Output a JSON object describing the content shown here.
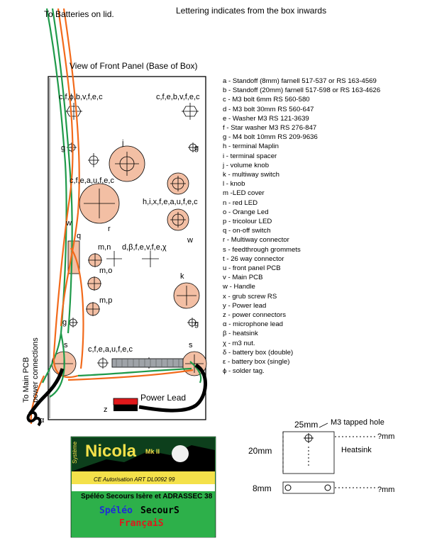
{
  "header": {
    "batteries_note": "To Batteries on lid.",
    "lettering_note": "Lettering indicates from the box inwards",
    "view_title": "View of Front Panel (Base of Box)"
  },
  "panel_labels": {
    "top_left": "c,f,ϕ,b,v,f,e,c",
    "top_right": "c,f,e,b,v,f,e,c",
    "g_tl": "g",
    "g_tr": "g",
    "g_bl": "g",
    "g_br": "g",
    "j": "j",
    "knob_label": "c,f,e,a,u,f,e,c",
    "r": "r",
    "h_group": "h,i,x,f,e,a,u,f,e,c",
    "w_left": "w",
    "w_right": "w",
    "q": "q",
    "mn": "m,n",
    "heatsink_group": "d,β,f,e,v,f,e,χ",
    "mo": "m,o",
    "k": "k",
    "mp": "m,p",
    "s_left": "s",
    "s_right": "s",
    "bottom_group": "c,f,e,a,u,f,e,c",
    "z": "z",
    "power_lead": "Power Lead",
    "alpha": "α",
    "main_pcb": [
      "To Main PCB",
      "power connections"
    ]
  },
  "legend": [
    "a - Standoff (8mm) farnell 517-537 or RS 163-4569",
    "b - Standoff (20mm) farnell 517-598 or RS 163-4626",
    "c - M3 bolt 6mm RS 560-580",
    "d - M3 bolt 30mm RS 560-647",
    "e - Washer M3 RS 121-3639",
    "f - Star washer M3 RS 276-847",
    "g - M4 bolt 10mm RS 209-9636",
    "h - terminal Maplin",
    "i - terminal spacer",
    "j - volume knob",
    "k - multiway switch",
    "l - knob",
    "m -LED cover",
    "n - red LED",
    "o - Orange Led",
    "p - tricolour LED",
    "q - on-off switch",
    "r - Multiway connector",
    "s - feedthrough grommets",
    "t - 26 way connector",
    "u - front panel PCB",
    "v - Main PCB",
    "w - Handle",
    "x - grub screw RS",
    "y - Power lead",
    "z - power connectors",
    "α - microphone lead",
    "β - heatsink",
    "χ - m3 nut.",
    "δ - battery box (double)",
    "ε - battery box (single)",
    "ϕ - solder tag."
  ],
  "logo": {
    "system": "Système",
    "name": "Nicola",
    "mark": "Mk II",
    "approval": "CE     Autorisation ART  DL0092 99",
    "line1": "Spéléo Secours Isère et ADRASSEC 38",
    "line2a": "Spéléo",
    "line2b": "SecourS",
    "line3": "FrançaiS"
  },
  "heatsink": {
    "width": "25mm",
    "hole": "M3 tapped hole",
    "height": "20mm",
    "unknown1": "?mm",
    "label": "Heatsink",
    "thickness": "8mm",
    "unknown2": "?mm"
  },
  "colors": {
    "pad": "#f3bfa4",
    "wire_green": "#1f9a4a",
    "wire_orange": "#f26a1b",
    "logo_green": "#2db04a",
    "red": "#e0191b"
  }
}
